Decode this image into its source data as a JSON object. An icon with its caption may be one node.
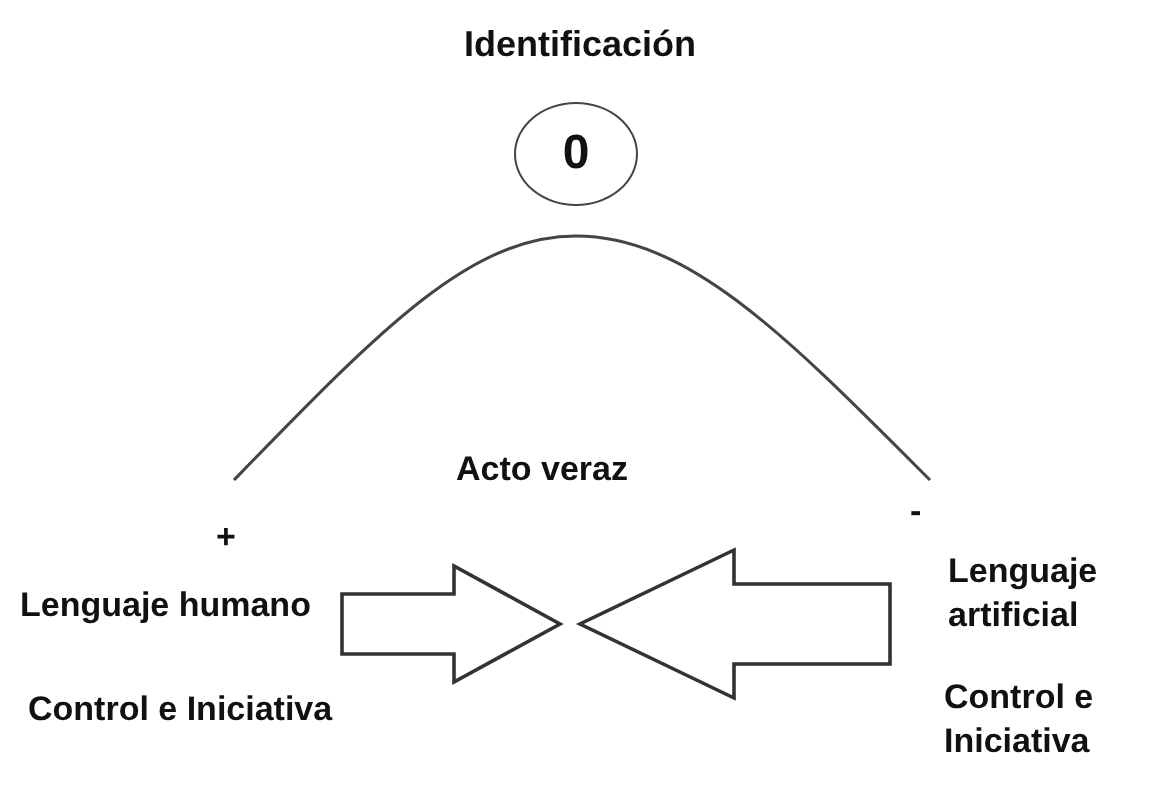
{
  "diagram": {
    "title": "Identificación",
    "nodes": [
      {
        "text": [
          "0"
        ]
      },
      {
        "text": [
          "Lenguaje humano",
          "Control e Iniciativa"
        ]
      },
      {
        "text": [
          "Lenguaje artificial",
          "Control e Iniciativa"
        ]
      }
    ],
    "edges": [
      {
        "from": 1,
        "to": null,
        "arrow": "to",
        "style": "thick"
      },
      {
        "from": 2,
        "to": null,
        "arrow": "to",
        "style": "thick"
      }
    ],
    "labels": [
      "Acto veraz",
      "+",
      "-"
    ]
  }
}
